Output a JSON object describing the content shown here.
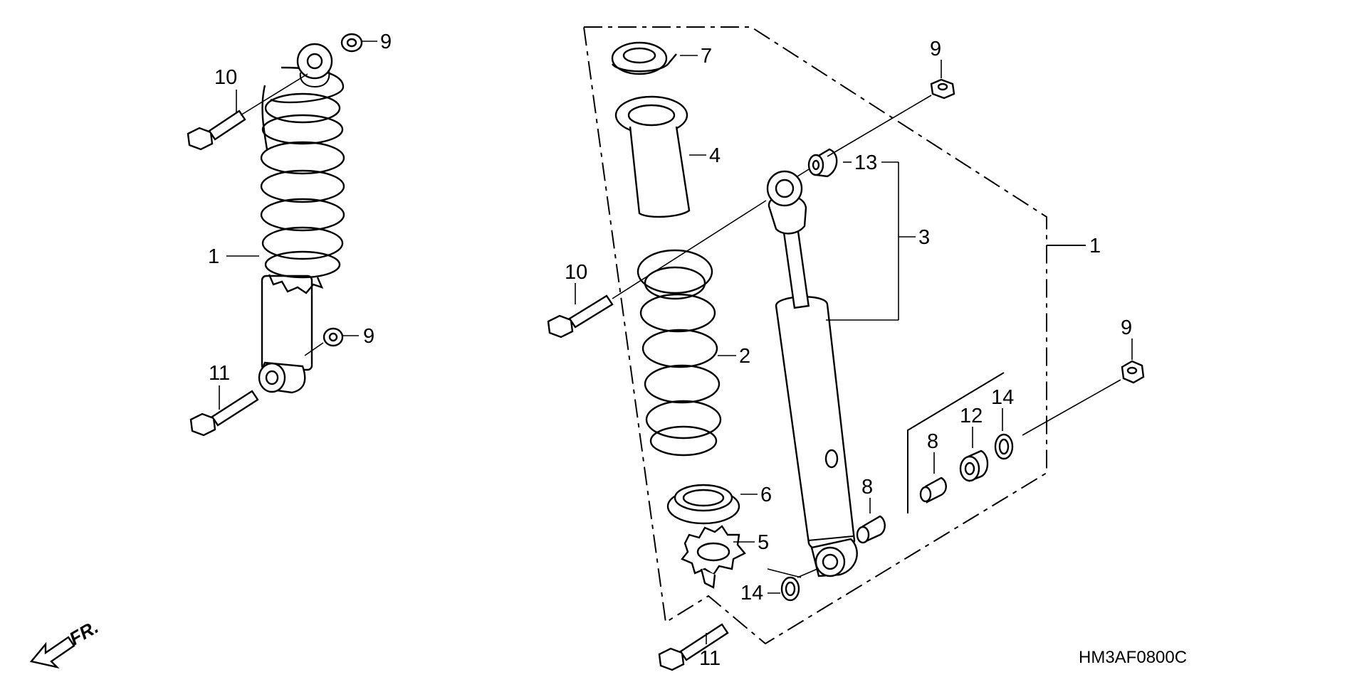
{
  "diagram_code": "HM3AF0800C",
  "front_indicator": "FR.",
  "icons": {
    "front_arrow": "arrow-down-left-icon"
  },
  "callouts": {
    "left_upper_nut": "9",
    "left_upper_bolt": "10",
    "left_assembly": "1",
    "left_lower_nut": "9",
    "left_lower_bolt": "11",
    "spring_seat_upper": "7",
    "stopper_rubber": "4",
    "upper_bolt": "10",
    "spring": "2",
    "spring_seat_lower": "6",
    "adjuster": "5",
    "lower_bolt": "11",
    "upper_nut": "9",
    "upper_bushing": "13",
    "damper": "3",
    "assembly": "1",
    "lower_nut": "9",
    "collar_outer": "8",
    "collar_inner": "8",
    "bushing": "12",
    "dust_seal_right": "14",
    "dust_seal_left": "14"
  }
}
